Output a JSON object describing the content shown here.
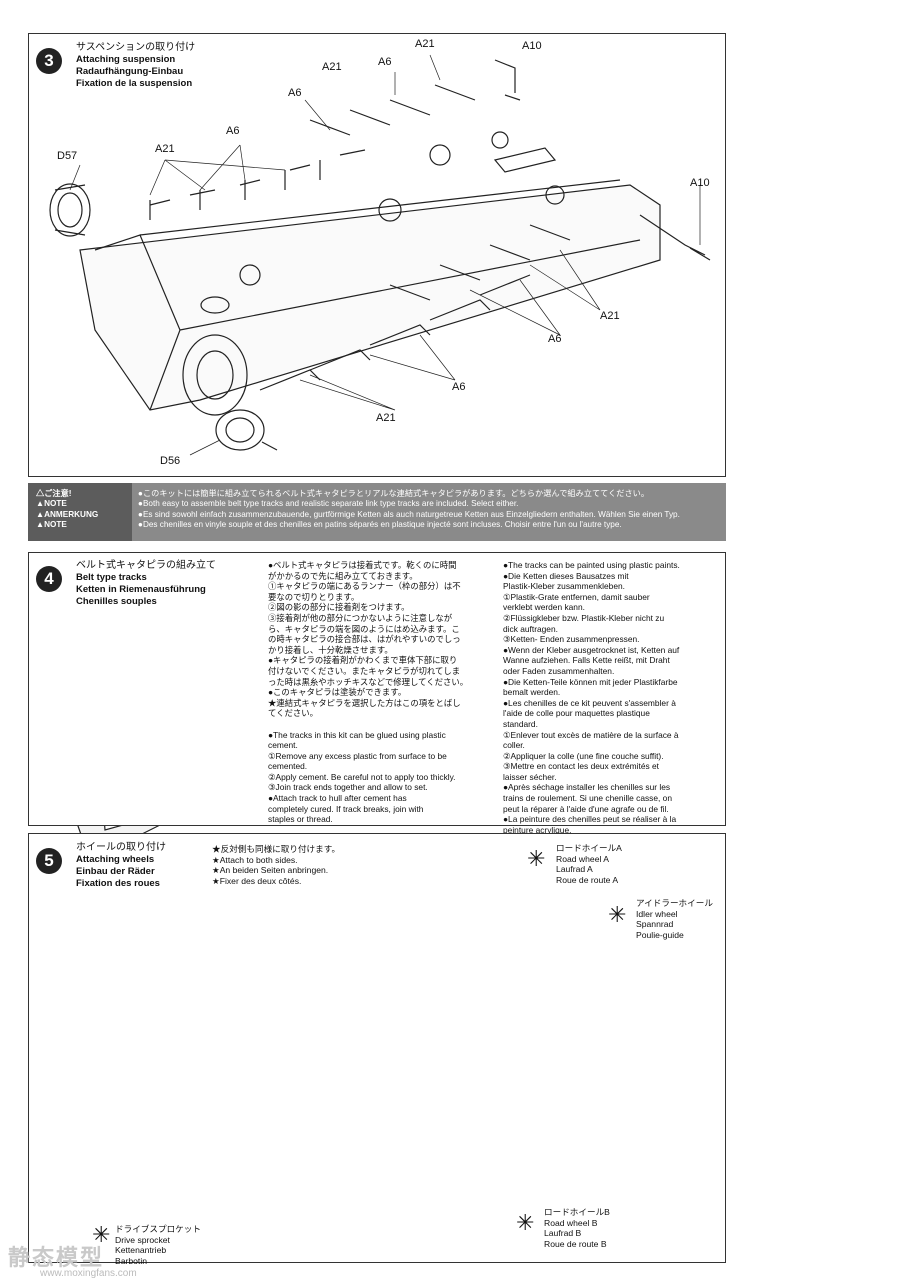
{
  "step3": {
    "number": "3",
    "title_jp": "サスペンションの取り付け",
    "title_en": "Attaching suspension",
    "title_de": "Radaufhängung-Einbau",
    "title_fr": "Fixation de la suspension",
    "labels": {
      "a21_top": "A21",
      "a10_top": "A10",
      "a21_2": "A21",
      "a6_2": "A6",
      "a6_3": "A6",
      "d57": "D57",
      "a6_4": "A6",
      "a21_4": "A21",
      "a10_right": "A10",
      "a21_r": "A21",
      "a6_r": "A6",
      "a6_b": "A6",
      "a21_b": "A21",
      "d56": "D56"
    }
  },
  "note": {
    "jp": "△ご注意!",
    "en": "▲NOTE",
    "de": "▲ANMERKUNG",
    "fr": "▲NOTE",
    "lines": [
      "●このキットには簡単に組み立てられるベルト式キャタピラとリアルな連結式キャタピラがあります。どちらか選んで組み立ててください。",
      "●Both easy to assemble belt type tracks and realistic separate link type tracks are included. Select either.",
      "●Es sind sowohl einfach zusammenzubauende, gurtförmige Ketten als auch naturgetreue Ketten aus Einzelgliedern enthalten. Wählen Sie einen Typ.",
      "●Des chenilles en vinyle souple et des chenilles en patins séparés en plastique injecté sont incluses. Choisir entre l'un ou l'autre type."
    ]
  },
  "step4": {
    "number": "4",
    "title_jp": "ベルト式キャタピラの組み立て",
    "title_en": "Belt type tracks",
    "title_de": "Ketten in Riemenausführung",
    "title_fr": "Chenilles souples",
    "col1": [
      "●ベルト式キャタピラは接着式です。乾くのに時間",
      "がかかるので先に組み立てておきます。",
      "①キャタピラの端にあるランナー（枠の部分）は不",
      "要なので切りとります。",
      "②図の影の部分に接着剤をつけます。",
      "③接着剤が他の部分につかないように注意しなが",
      "ら、キャタピラの端を図のようにはめ込みます。こ",
      "の時キャタピラの接合部は、はがれやすいのでしっ",
      "かり接着し、十分乾燥させます。",
      "●キャタピラの接着剤がかわくまで車体下部に取り",
      "付けないでください。またキャタピラが切れてしま",
      "った時は黒糸やホッチキスなどで修理してください。",
      "●このキャタピラは塗装ができます。",
      "★連結式キャタピラを選択した方はこの項をとばし",
      "てください。",
      "",
      "●The tracks in this kit can be glued using plastic",
      "cement.",
      "①Remove any excess plastic from surface to be",
      "cemented.",
      "②Apply cement. Be careful not to apply too thickly.",
      "③Join track ends together and allow to set.",
      "●Attach track to hull after cement has",
      "completely cured. If track breaks, join with",
      "staples or thread."
    ],
    "col2": [
      "●The tracks can be painted using plastic paints.",
      "●Die Ketten dieses Bausatzes mit",
      "Plastik-Kleber zusammenkleben.",
      "①Plastik-Grate entfernen, damit sauber",
      "verklebt werden kann.",
      "②Flüssigkleber bzw. Plastik-Kleber nicht zu",
      "dick auftragen.",
      "③Ketten- Enden zusammenpressen.",
      "●Wenn der Kleber ausgetrocknet ist, Ketten auf",
      "Wanne aufziehen. Falls Kette reißt, mit Draht",
      "oder Faden zusammenhalten.",
      "●Die Ketten-Teile können mit jeder Plastikfarbe",
      "bemalt werden.",
      "●Les chenilles de ce kit peuvent s'assembler à",
      "l'aide de colle pour maquettes plastique",
      "standard.",
      "①Enlever tout excès de matière de la surface à",
      "coller.",
      "②Appliquer la colle (une fine couche suffit).",
      "③Mettre en contact les deux extrémités et",
      "laisser sécher.",
      "●Après séchage installer les chenilles sur les",
      "trains de roulement. Si une chenille casse, on",
      "peut la réparer à l'aide d'une agrafe ou de fil.",
      "●La peinture des chenilles peut se réaliser à la",
      "peinture acrylique."
    ]
  },
  "step5": {
    "number": "5",
    "title_jp": "ホイールの取り付け",
    "title_en": "Attaching wheels",
    "title_de": "Einbau der Räder",
    "title_fr": "Fixation des roues",
    "both_sides": [
      "★反対側も同様に取り付けます。",
      "★Attach to both sides.",
      "★An beiden Seiten anbringen.",
      "★Fixer des deux côtés."
    ],
    "road_a": [
      "ロードホイールA",
      "Road wheel A",
      "Laufrad A",
      "Roue de route A"
    ],
    "idler": [
      "アイドラーホイール",
      "Idler wheel",
      "Spannrad",
      "Poulie-guide"
    ],
    "sprocket": [
      "ドライブスプロケット",
      "Drive sprocket",
      "Kettenantrieb",
      "Barbotin"
    ],
    "road_b": [
      "ロードホイールB",
      "Road wheel B",
      "Laufrad B",
      "Roue de route B"
    ]
  },
  "watermark": {
    "site": "静态模型",
    "url": "www.moxingfans.com"
  }
}
